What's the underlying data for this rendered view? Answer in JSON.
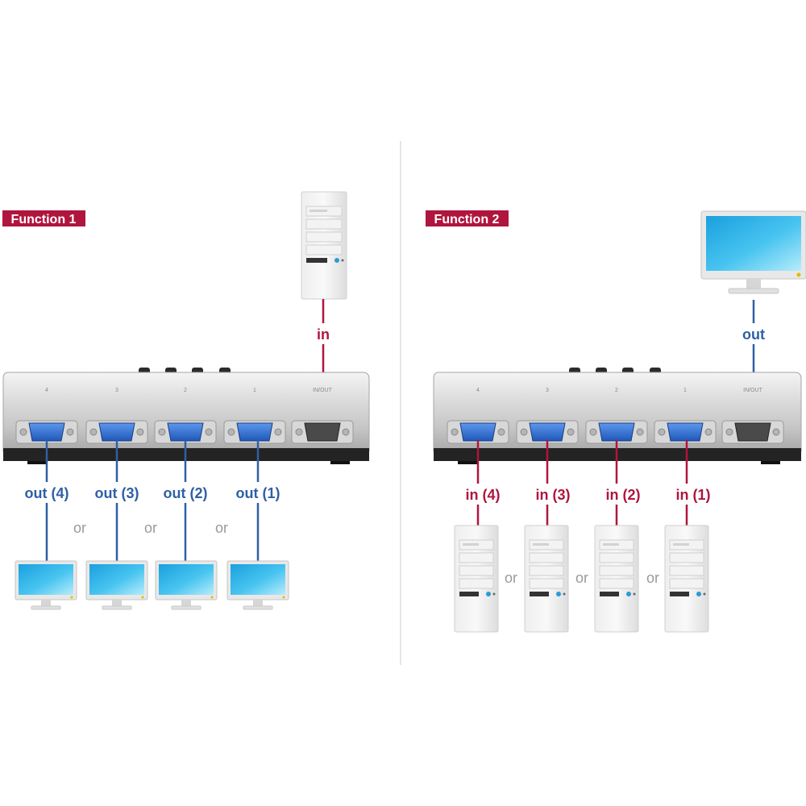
{
  "panels": [
    {
      "badge": "Function 1",
      "top_label": "in",
      "top_label_role": "in",
      "top_device": "tower-pc",
      "io_port_label": "IN/OUT",
      "port_numbers": [
        "4",
        "3",
        "2",
        "1"
      ],
      "port_labels": [
        "out (4)",
        "out (3)",
        "out (2)",
        "out (1)"
      ],
      "port_label_role": "out",
      "separator": "or",
      "bottom_device": "monitor",
      "colors": {
        "top_line": "#b0153d",
        "bottom_line": "#2f5fa6"
      }
    },
    {
      "badge": "Function 2",
      "top_label": "out",
      "top_label_role": "out",
      "top_device": "monitor",
      "io_port_label": "IN/OUT",
      "port_numbers": [
        "4",
        "3",
        "2",
        "1"
      ],
      "port_labels": [
        "in (4)",
        "in (3)",
        "in (2)",
        "in (1)"
      ],
      "port_label_role": "in",
      "separator": "or",
      "bottom_device": "tower-pc",
      "colors": {
        "top_line": "#2f5fa6",
        "bottom_line": "#b0153d"
      }
    }
  ],
  "colors": {
    "badge_bg": "#b0153d",
    "in_text": "#b0153d",
    "out_text": "#2f5fa6",
    "vga_connector": "#2f6fd0",
    "divider": "#cccccc"
  }
}
